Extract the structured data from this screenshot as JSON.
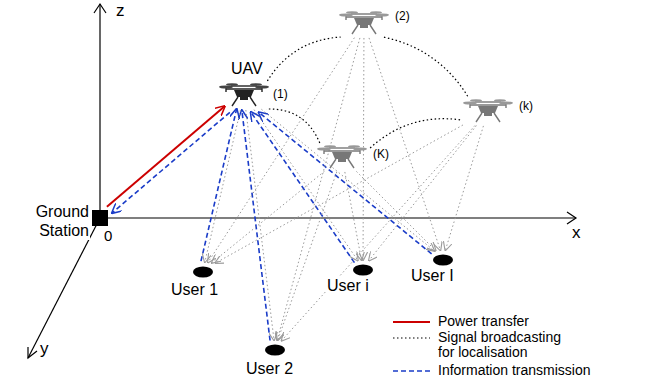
{
  "diagram": {
    "nodes": [
      {
        "text": [
          "Ground Station"
        ]
      },
      {
        "text": [
          "UAV",
          "(1)"
        ]
      },
      {
        "text": [
          "(2)"
        ]
      },
      {
        "text": [
          "(k)"
        ]
      },
      {
        "text": [
          "(K)"
        ]
      },
      {
        "text": [
          "User 1"
        ]
      },
      {
        "text": [
          "User 2"
        ]
      },
      {
        "text": [
          "User i"
        ]
      },
      {
        "text": [
          "User I"
        ]
      }
    ],
    "edges": [
      {
        "from": 0,
        "to": 1,
        "arrow": "to"
      },
      {
        "from": 1,
        "to": 0,
        "arrow": "to"
      },
      {
        "from": 5,
        "to": 1,
        "arrow": "to"
      },
      {
        "from": 6,
        "to": 1,
        "arrow": "to"
      },
      {
        "from": 7,
        "to": 1,
        "arrow": "to"
      },
      {
        "from": 8,
        "to": 1,
        "arrow": "to"
      },
      {
        "from": 1,
        "to": 5,
        "arrow": "to"
      },
      {
        "from": 1,
        "to": 6,
        "arrow": "to"
      },
      {
        "from": 1,
        "to": 7,
        "arrow": "to"
      },
      {
        "from": 1,
        "to": 8,
        "arrow": "to"
      },
      {
        "from": 2,
        "to": 5,
        "arrow": "to"
      },
      {
        "from": 2,
        "to": 6,
        "arrow": "to"
      },
      {
        "from": 2,
        "to": 7,
        "arrow": "to"
      },
      {
        "from": 2,
        "to": 8,
        "arrow": "to"
      },
      {
        "from": 3,
        "to": 5,
        "arrow": "to"
      },
      {
        "from": 3,
        "to": 6,
        "arrow": "to"
      },
      {
        "from": 3,
        "to": 7,
        "arrow": "to"
      },
      {
        "from": 3,
        "to": 8,
        "arrow": "to"
      },
      {
        "from": 4,
        "to": 5,
        "arrow": "to"
      },
      {
        "from": 4,
        "to": 6,
        "arrow": "to"
      },
      {
        "from": 4,
        "to": 7,
        "arrow": "to"
      },
      {
        "from": 4,
        "to": 8,
        "arrow": "to"
      },
      {
        "from": 1,
        "to": 2,
        "arrow": "none"
      },
      {
        "from": 2,
        "to": 3,
        "arrow": "none"
      },
      {
        "from": 3,
        "to": 4,
        "arrow": "none"
      },
      {
        "from": 4,
        "to": 1,
        "arrow": "none"
      }
    ],
    "labels": [
      "z",
      "x",
      "y",
      "0"
    ],
    "legend": [
      {
        "text": "Power transfer"
      },
      {
        "text": "Signal broadcasting for localisation"
      },
      {
        "text": "Information transmission"
      }
    ]
  }
}
